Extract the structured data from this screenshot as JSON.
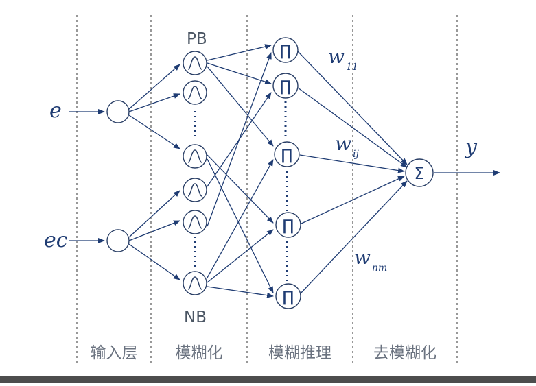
{
  "inputs": {
    "e": "e",
    "ec": "ec"
  },
  "output": {
    "y": "y"
  },
  "fuzzy_labels": {
    "top": "PB",
    "bottom": "NB"
  },
  "weights": [
    {
      "w": "w",
      "sub": "11"
    },
    {
      "w": "w",
      "sub": "ij"
    },
    {
      "w": "w",
      "sub": "nm"
    }
  ],
  "symbols": {
    "product": "∏",
    "sum": "Σ"
  },
  "layers": [
    "输入层",
    "模糊化",
    "模糊推理",
    "去模糊化"
  ],
  "colors": {
    "line": "#1f3c73",
    "node": "#2a3f66",
    "dash": "#555555",
    "label": "#4a5563"
  }
}
